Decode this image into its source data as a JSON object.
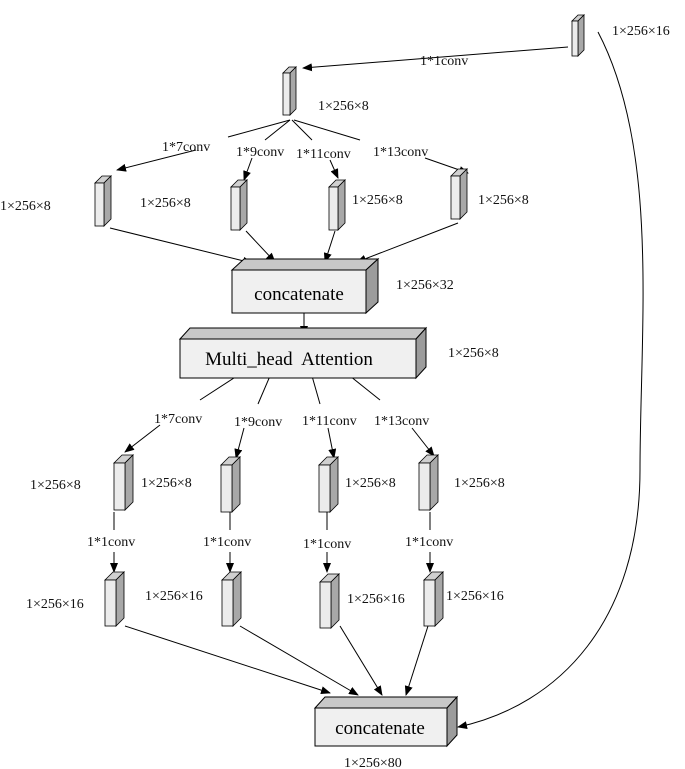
{
  "labels": {
    "input_dim": "1×256×16",
    "conv1_top": "1*1conv",
    "reduced_dim": "1×256×8",
    "conv7_top": "1*7conv",
    "conv9_top": "1*9conv",
    "conv11_top": "1*11conv",
    "conv13_top": "1*13conv",
    "b1_dim": "1×256×8",
    "b2_dim": "1×256×8",
    "b3_dim": "1×256×8",
    "b4_dim": "1×256×8",
    "concat1": "concatenate",
    "concat1_dim": "1×256×32",
    "attention": "Multi_head  Attention",
    "attention_dim": "1×256×8",
    "conv7_bot": "1*7conv",
    "conv9_bot": "1*9conv",
    "conv11_bot": "1*11conv",
    "conv13_bot": "1*13conv",
    "c1_dim_left": "1×256×8",
    "c1_dim_right": "1×256×8",
    "c3_dim": "1×256×8",
    "c4_dim": "1×256×8",
    "pw1": "1*1conv",
    "pw2": "1*1conv",
    "pw3": "1*1conv",
    "pw4": "1*1conv",
    "d1_dim": "1×256×16",
    "d2_dim": "1×256×16",
    "d3_dim": "1×256×16",
    "d4_dim": "1×256×16",
    "concat2": "concatenate",
    "concat2_dim": "1×256×80"
  },
  "colors": {
    "block_front": "#eeeeee",
    "block_side": "#b0b0b0",
    "block_top": "#d0d0d0",
    "stroke": "#000000"
  }
}
